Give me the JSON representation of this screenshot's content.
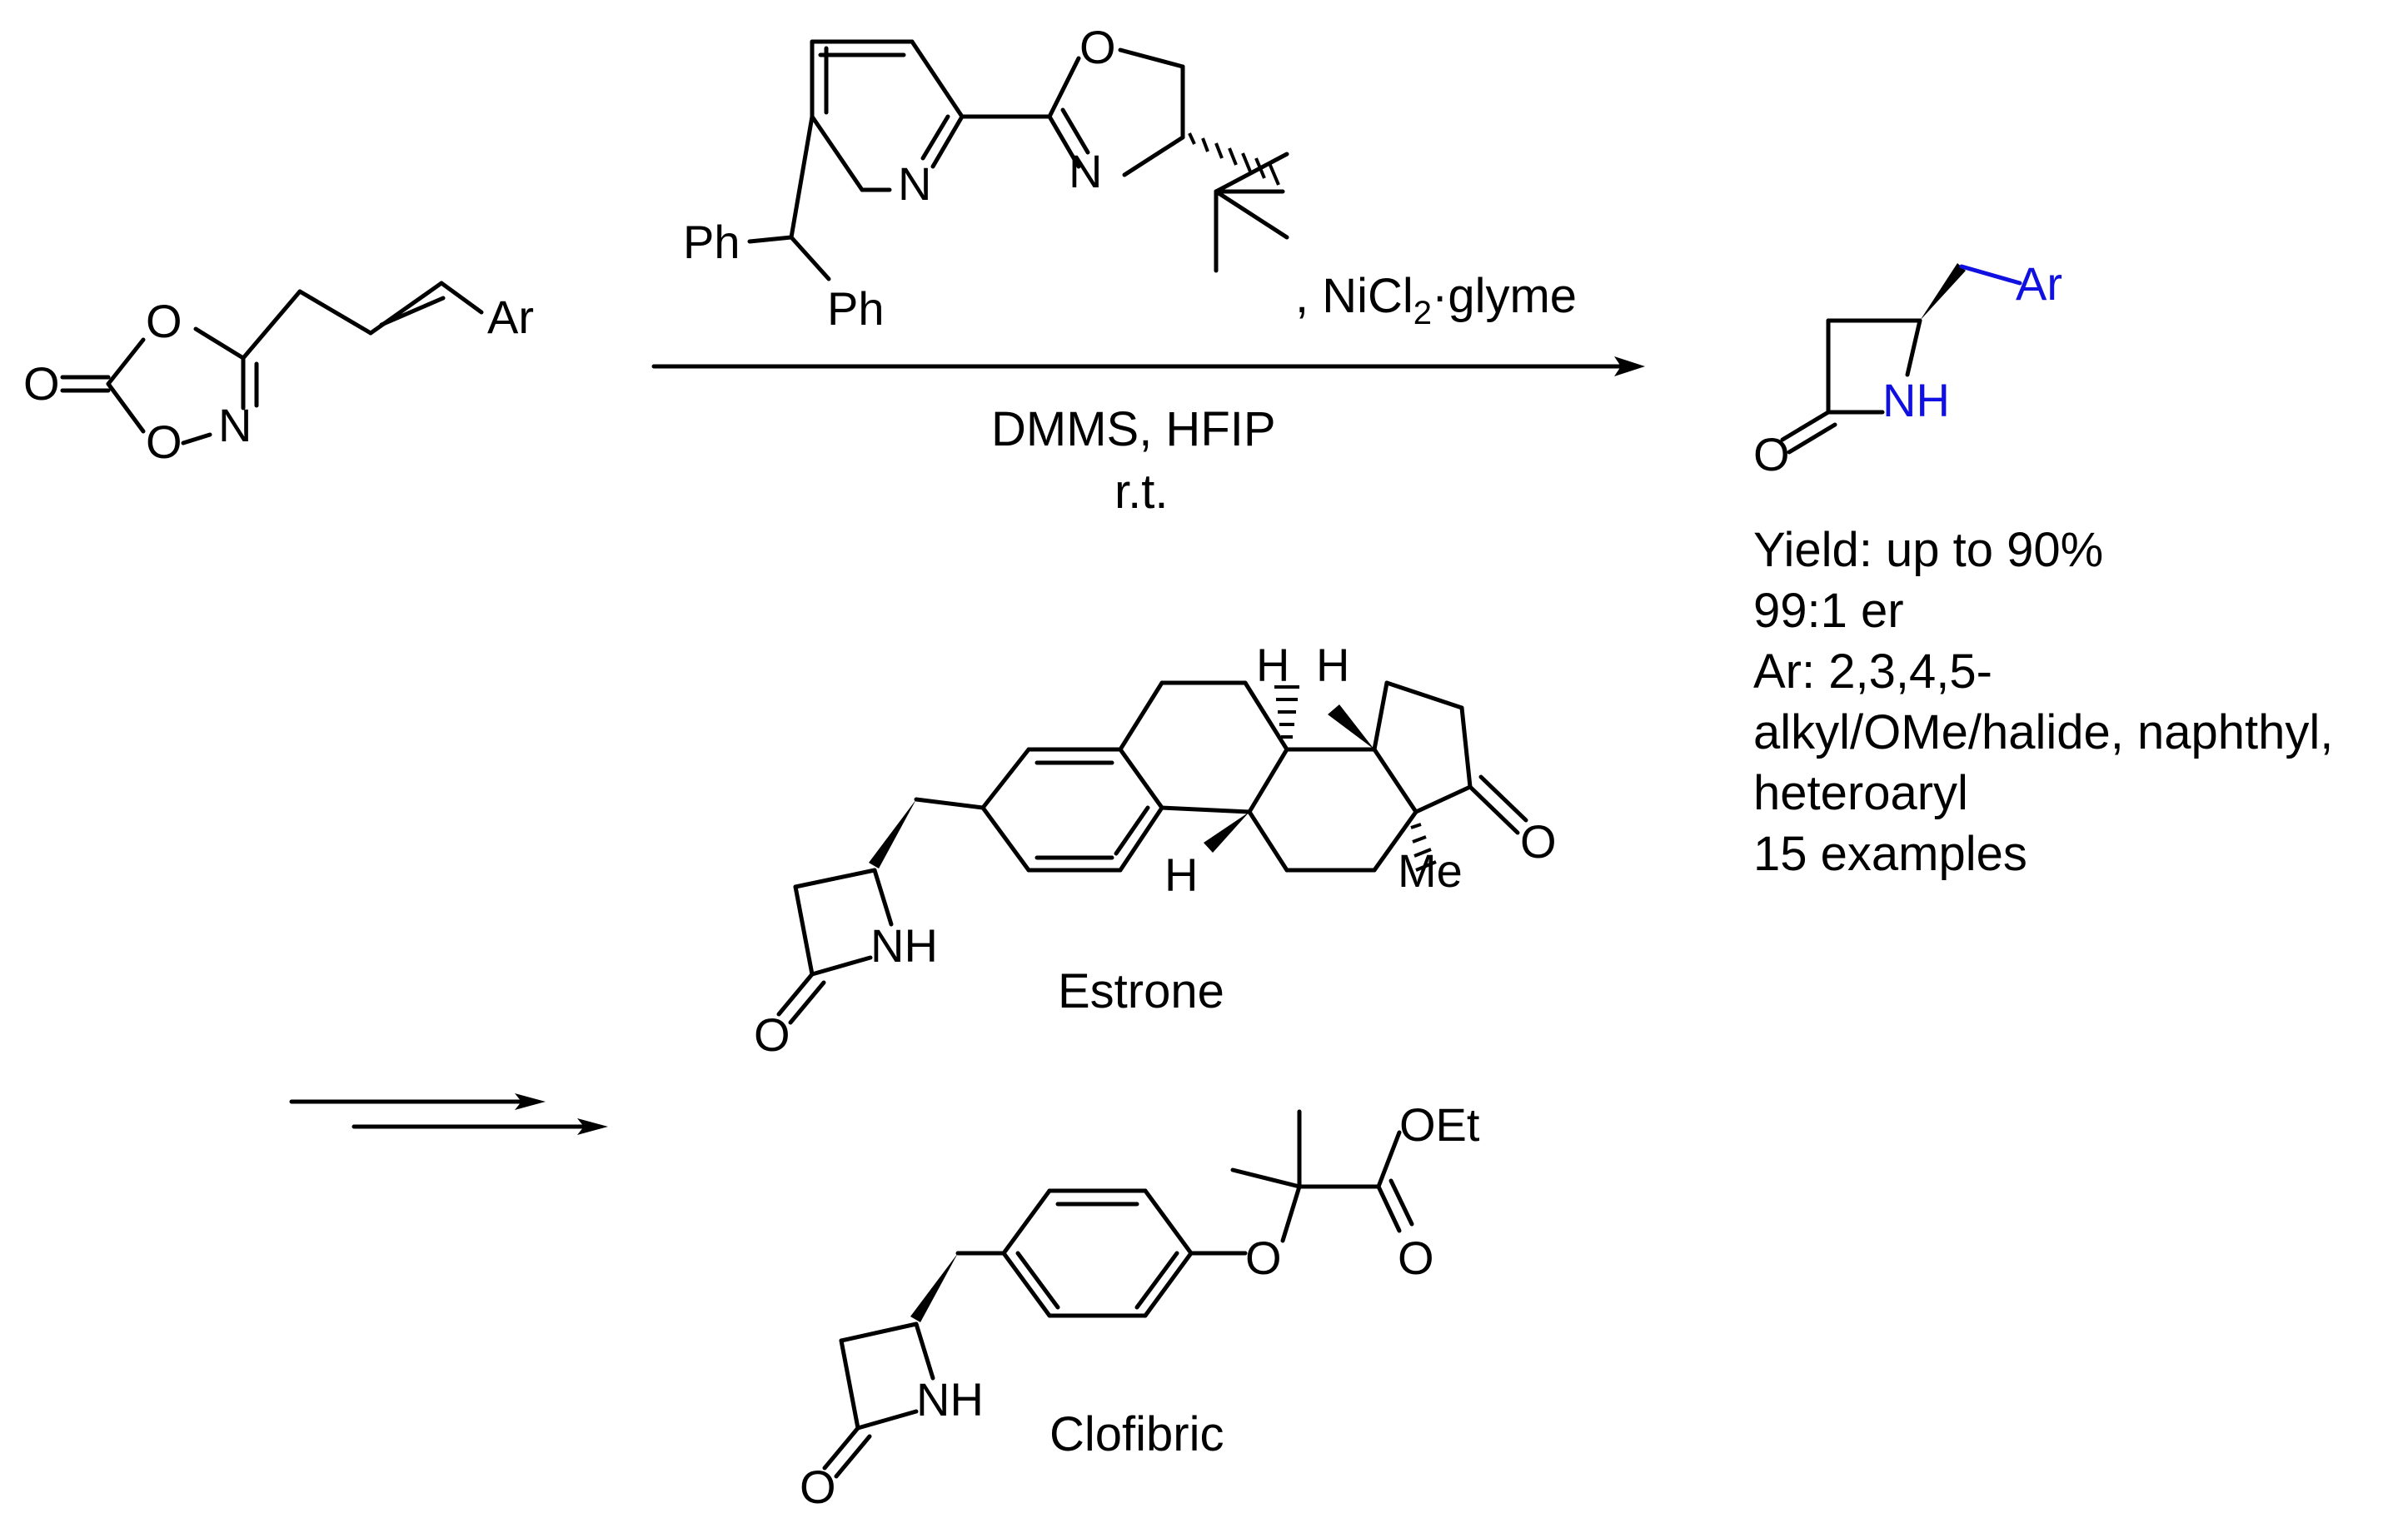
{
  "atoms": {
    "O": "O",
    "N": "N",
    "NH": "NH",
    "H": "H",
    "Ph": "Ph",
    "Ar": "Ar",
    "Me": "Me",
    "OEt": "OEt"
  },
  "conditions": {
    "catalyst_prefix": ", NiCl",
    "catalyst_subscript": "2",
    "catalyst_suffix": "·glyme",
    "reagents": "DMMS, HFIP",
    "temperature": "r.t."
  },
  "results": [
    "Yield: up to 90%",
    "99:1 er",
    "Ar: 2,3,4,5-",
    "alkyl/OMe/halide, naphthyl,",
    "heteroaryl",
    "15 examples"
  ],
  "derivatives": {
    "estrone": "Estrone",
    "clofibric": "Clofibric"
  },
  "colors": {
    "ink": "#000000",
    "highlight": "#1010e0",
    "background": "#ffffff"
  }
}
